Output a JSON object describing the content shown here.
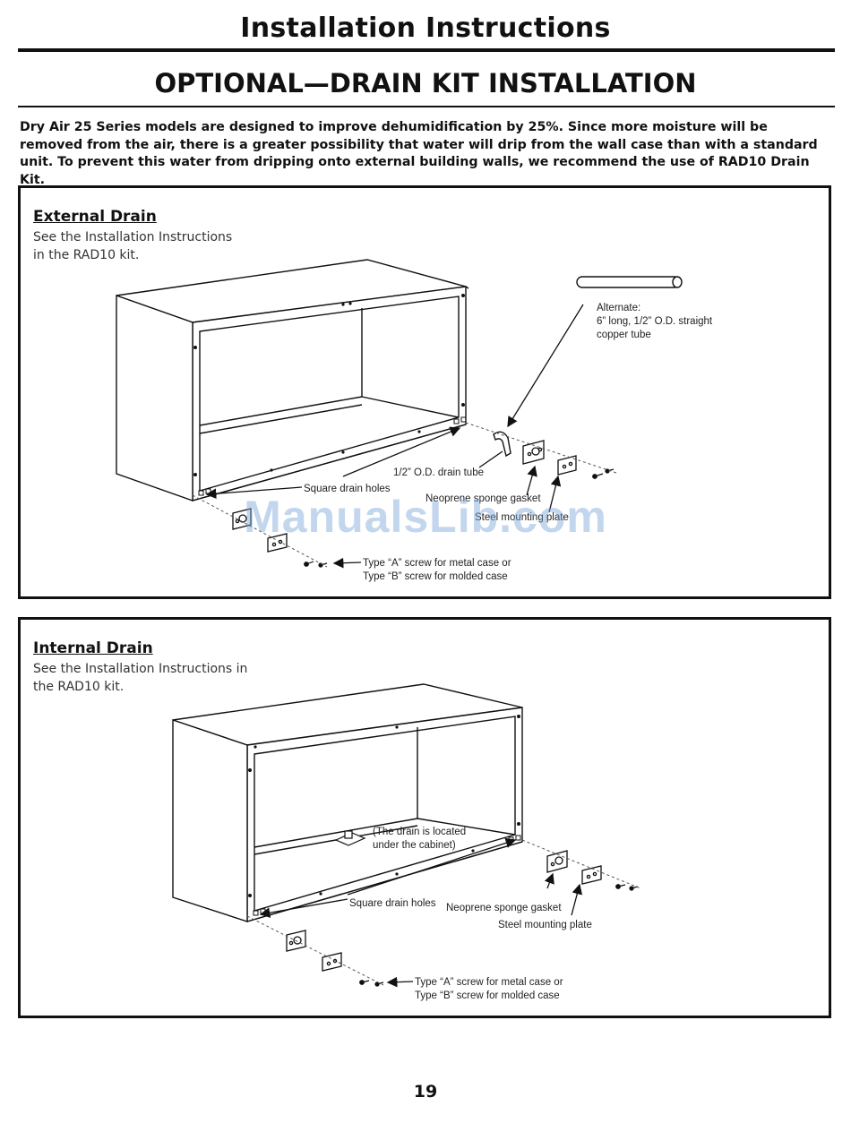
{
  "header": {
    "title": "Installation Instructions"
  },
  "section": {
    "title": "OPTIONAL—DRAIN KIT INSTALLATION"
  },
  "intro": "Dry Air 25 Series models are designed to improve dehumidification by 25%. Since more moisture will be removed from the air, there is a greater possibility that water will drip from the wall case than with a standard unit. To prevent this water from dripping onto external building walls, we recommend the use of RAD10 Drain Kit.",
  "external": {
    "heading": "External Drain",
    "desc_line1": "See the Installation Instructions",
    "desc_line2": "in the RAD10 kit.",
    "labels": {
      "alternate": "Alternate:",
      "alternate_line2": "6” long, 1/2” O.D. straight",
      "alternate_line3": "copper tube",
      "drain_tube": "1/2” O.D. drain tube",
      "square_holes": "Square drain holes",
      "gasket": "Neoprene sponge gasket",
      "plate": "Steel mounting plate",
      "screw_a": "Type “A” screw for metal case or",
      "screw_b": "Type “B” screw for molded case"
    }
  },
  "internal": {
    "heading": "Internal Drain",
    "desc_line1": "See the Installation Instructions in",
    "desc_line2": "the RAD10 kit.",
    "labels": {
      "drain_note1": "(The drain is located",
      "drain_note2": "under the cabinet)",
      "square_holes": "Square drain holes",
      "gasket": "Neoprene sponge gasket",
      "plate": "Steel mounting plate",
      "screw_a": "Type “A” screw for metal case or",
      "screw_b": "Type “B” screw for molded case"
    }
  },
  "watermark": "ManualsLib.com",
  "page_number": "19"
}
